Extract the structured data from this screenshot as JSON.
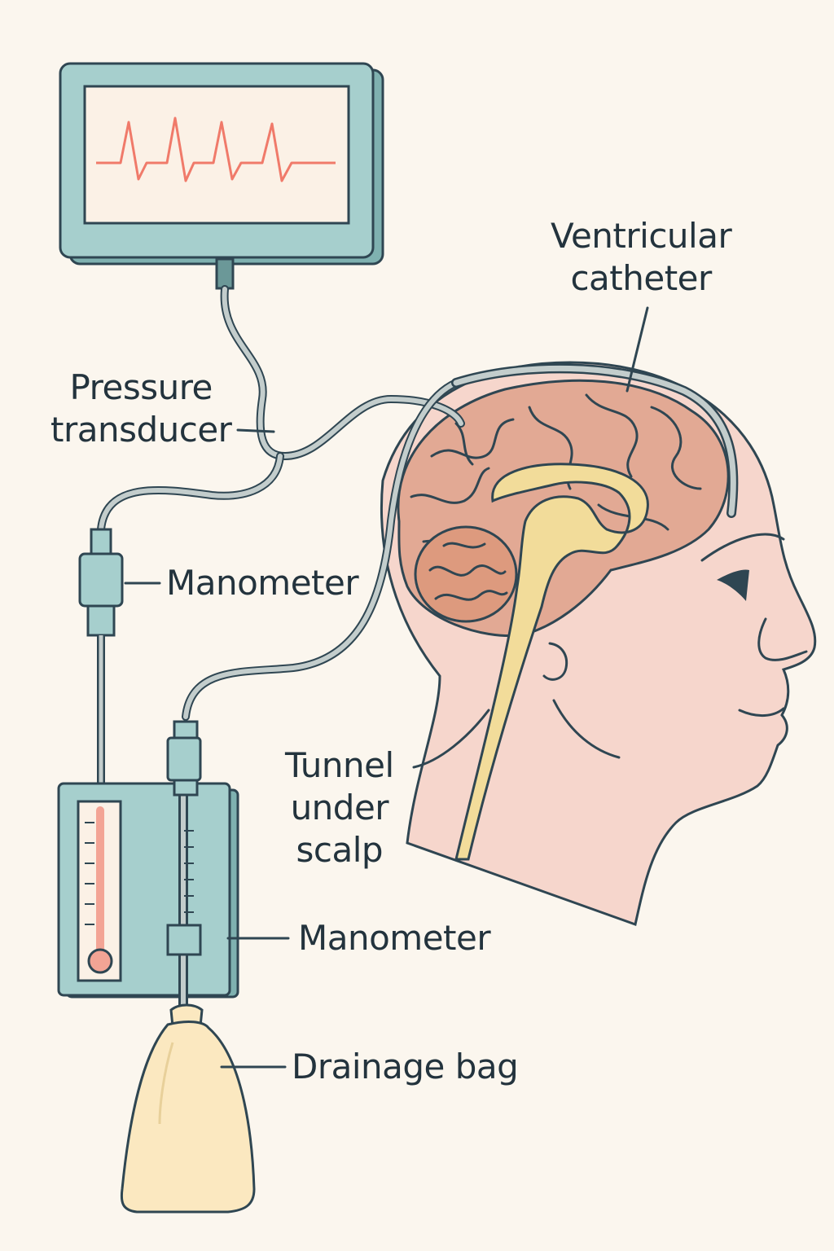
{
  "labels": {
    "ventricular_catheter": [
      "Ventricular",
      "catheter"
    ],
    "pressure_transducer": [
      "Pressure",
      "transducer"
    ],
    "manometer_upper": "Manometer",
    "tunnel_under_scalp": [
      "Tunnel",
      "under",
      "scalp"
    ],
    "manometer_lower": "Manometer",
    "drainage_bag": "Drainage bag"
  },
  "colors": {
    "background": "#fbf6ee",
    "device_fill": "#a6cfcd",
    "outline": "#2f4652",
    "waveform": "#f07a6a",
    "skin": "#f6d6cc",
    "brain": "#e2a994",
    "csf": "#f2dc9a",
    "tubing": "#c3cdcc",
    "bag": "#fbe8c0"
  },
  "icons": [
    "monitor-icon",
    "brain-icon",
    "head-silhouette-icon",
    "drainage-bag-icon",
    "manometer-scale-icon"
  ]
}
